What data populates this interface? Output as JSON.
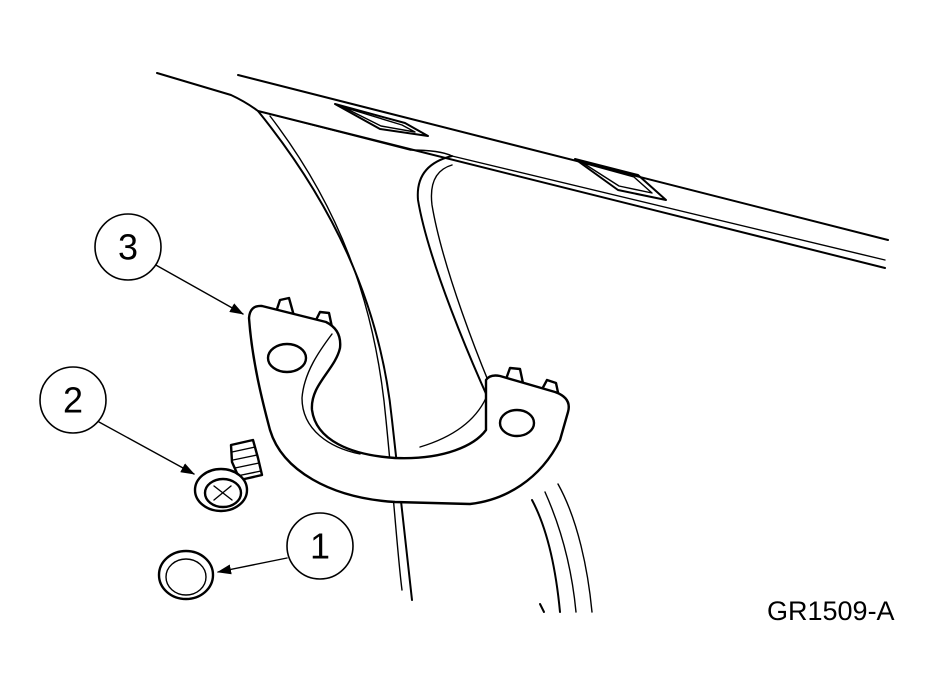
{
  "figure_id": "GR1509-A",
  "callouts": [
    {
      "number": "3",
      "part": "assist-handle"
    },
    {
      "number": "2",
      "part": "screw"
    },
    {
      "number": "1",
      "part": "cover-cap"
    }
  ],
  "colors": {
    "line": "#000000",
    "background": "#ffffff"
  }
}
